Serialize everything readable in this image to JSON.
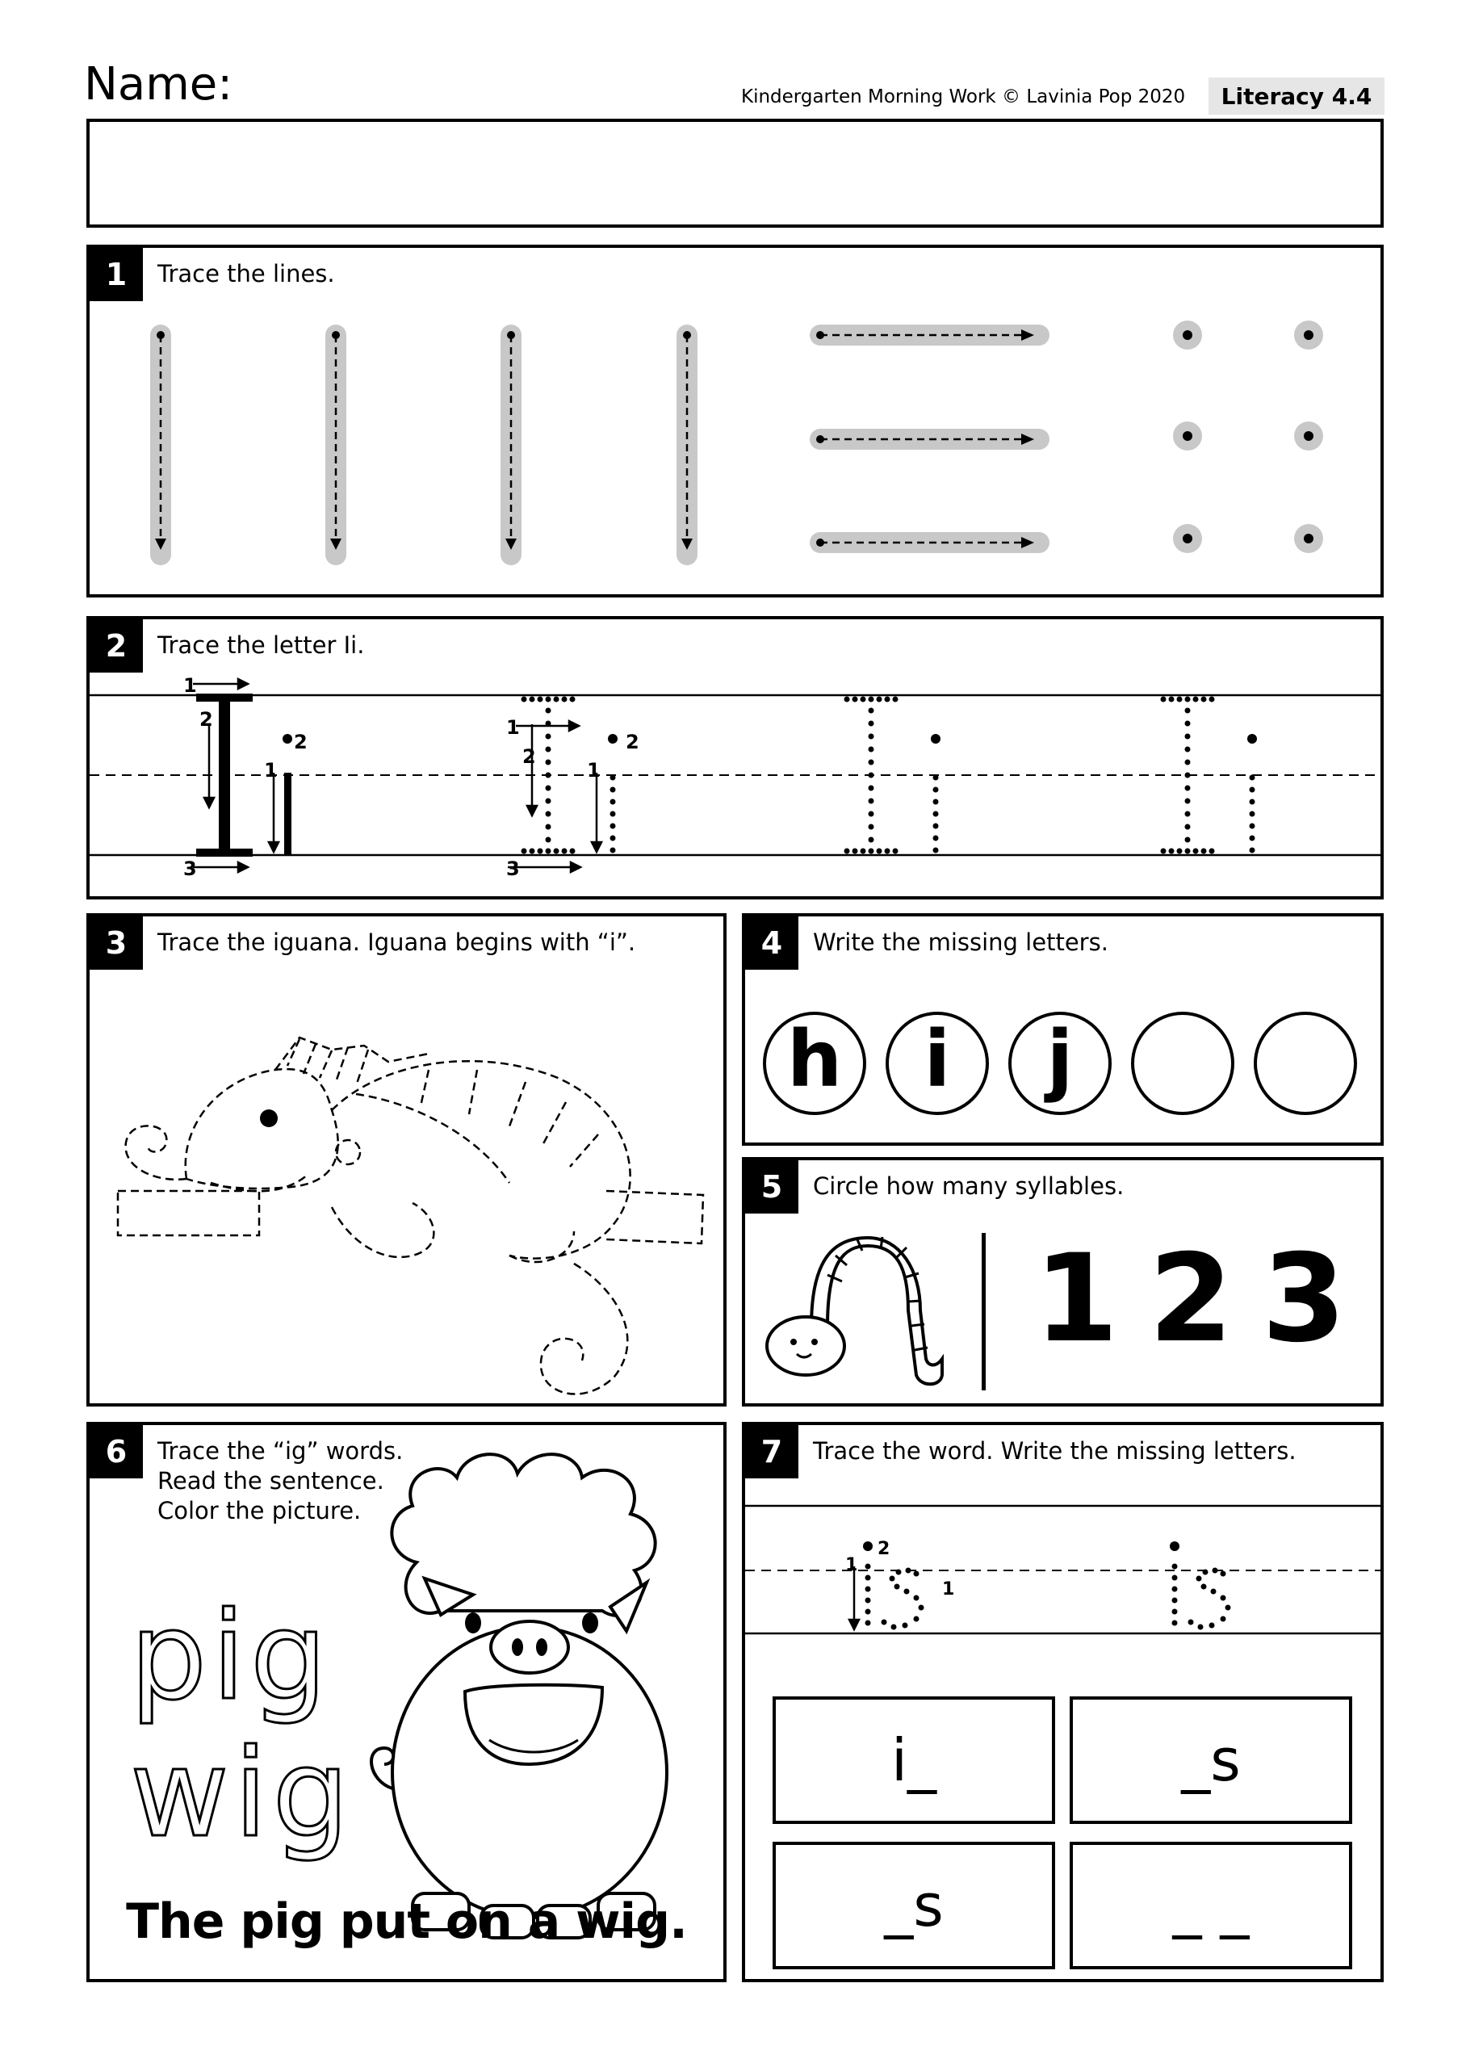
{
  "header": {
    "name_label": "Name:",
    "credit": "Kindergarten Morning Work © Lavinia Pop 2020",
    "code": "Literacy 4.4"
  },
  "s1": {
    "num": "1",
    "instruction": "Trace the lines."
  },
  "s2": {
    "num": "2",
    "instruction": "Trace the letter Ii.",
    "stroke_labels": [
      "1",
      "2",
      "3",
      "1",
      "2"
    ]
  },
  "s3": {
    "num": "3",
    "instruction": "Trace the iguana. Iguana begins with “i”."
  },
  "s4": {
    "num": "4",
    "instruction": "Write the missing letters.",
    "letters": [
      "h",
      "i",
      "j",
      "",
      ""
    ]
  },
  "s5": {
    "num": "5",
    "instruction": "Circle how many syllables.",
    "options": [
      "1",
      "2",
      "3"
    ]
  },
  "s6": {
    "num": "6",
    "instruction": "Trace the “ig” words.\nRead the sentence.\nColor the picture.",
    "words": [
      "pig",
      "wig"
    ],
    "sentence": "The pig put on a wig."
  },
  "s7": {
    "num": "7",
    "instruction": "Trace the word. Write the missing letters.",
    "boxes": [
      "i_",
      "_s",
      "_s",
      "_ _"
    ]
  },
  "colors": {
    "ink": "#000000",
    "trace_gray": "#c8c8c8",
    "code_bg": "#e6e6e6"
  }
}
